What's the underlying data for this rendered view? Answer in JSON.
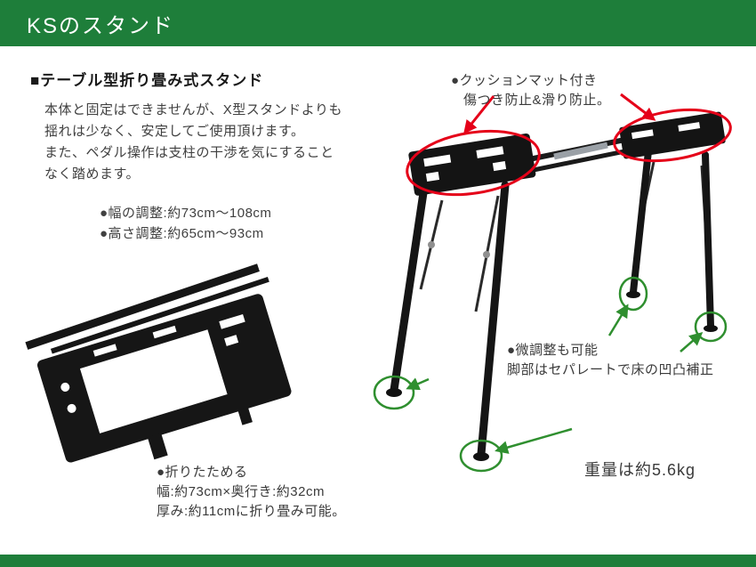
{
  "page": {
    "title": "KSのスタンド"
  },
  "colors": {
    "brand_green": "#1e7e3a",
    "annotation_red": "#e50019",
    "annotation_green": "#2f8f2f",
    "body_text": "#404040"
  },
  "intro": {
    "heading": "■テーブル型折り畳み式スタンド",
    "lines": [
      "本体と固定はできませんが、X型スタンドよりも",
      "揺れは少なく、安定してご使用頂けます。",
      "また、ペダル操作は支柱の干渉を気にすること",
      "なく踏めます。"
    ]
  },
  "adjust_specs": {
    "width": "●幅の調整:約73cm〜108cm",
    "height": "●高さ調整:約65cm〜93cm"
  },
  "cushion_note": {
    "line1": "●クッションマット付き",
    "line2": "傷つき防止&滑り防止。"
  },
  "fine_adjust_note": {
    "line1": "●微調整も可能",
    "line2": "脚部はセパレートで床の凹凸補正"
  },
  "folding_note": {
    "line1": "●折りたためる",
    "line2": "幅:約73cm×奥行き:約32cm",
    "line3": "厚み:約11cmに折り畳み可能。"
  },
  "weight_note": "重量は約5.6kg"
}
